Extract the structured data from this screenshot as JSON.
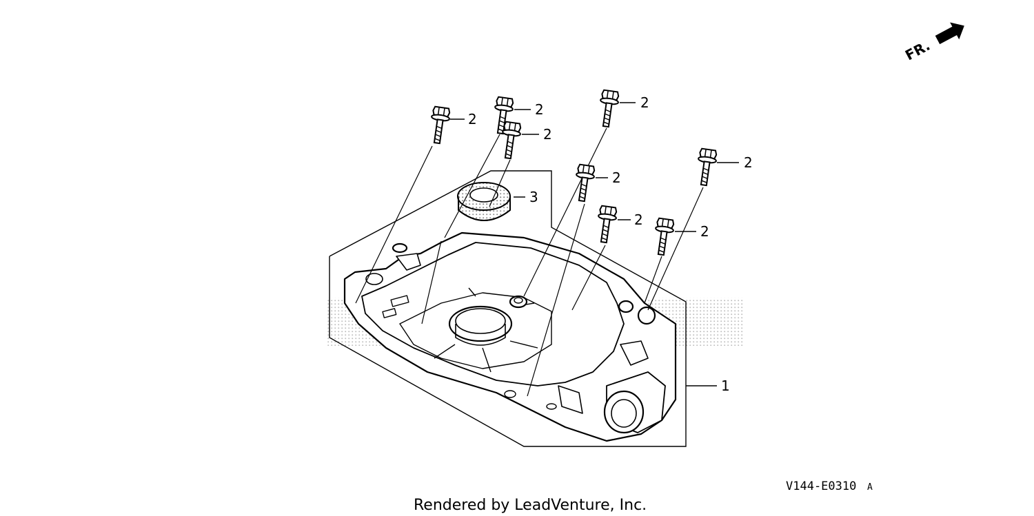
{
  "watermark": {
    "big": "",
    "small": ""
  },
  "orientation": {
    "label": "FR."
  },
  "callouts": [
    {
      "ref": "2"
    },
    {
      "ref": "2"
    },
    {
      "ref": "2"
    },
    {
      "ref": "2"
    },
    {
      "ref": "2"
    },
    {
      "ref": "2"
    },
    {
      "ref": "2"
    },
    {
      "ref": "2"
    },
    {
      "ref": "3"
    },
    {
      "ref": "1"
    }
  ],
  "diagram_code": {
    "main": "V144-E0310",
    "suffix": "A"
  },
  "credit": "Rendered by LeadVenture, Inc."
}
